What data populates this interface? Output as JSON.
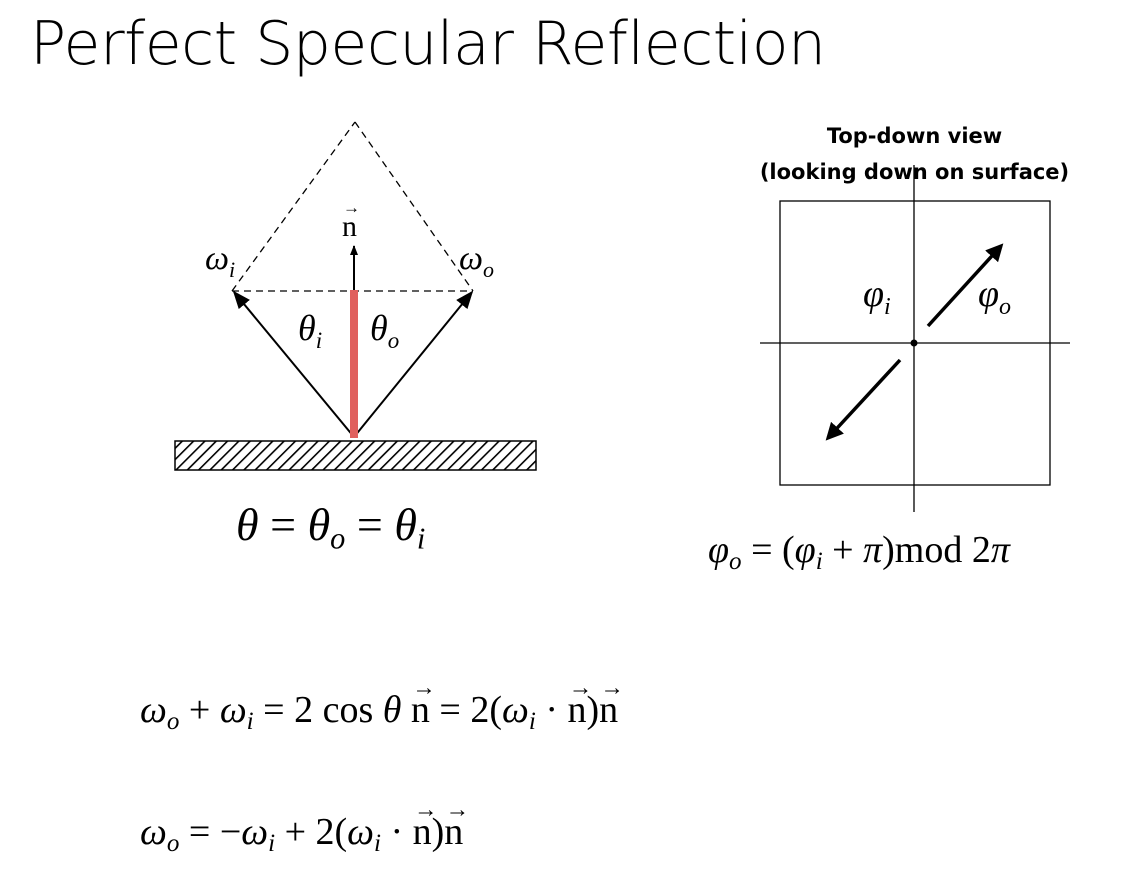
{
  "slide": {
    "title": "Perfect Specular Reflection"
  },
  "side_view": {
    "normal_label": "n",
    "incoming_label": "ω",
    "incoming_sub": "i",
    "outgoing_label": "ω",
    "outgoing_sub": "o",
    "theta_i_label": "θ",
    "theta_i_sub": "i",
    "theta_o_label": "θ",
    "theta_o_sub": "o",
    "normal_color": "#e0605e",
    "equation": {
      "lhs": "θ",
      "eq1": " = ",
      "mid": "θ",
      "mid_sub": "o",
      "eq2": " = ",
      "rhs": "θ",
      "rhs_sub": "i"
    }
  },
  "top_view": {
    "title_line1": "Top-down view",
    "title_line2": "(looking down on surface)",
    "phi_i_label": "φ",
    "phi_i_sub": "i",
    "phi_o_label": "φ",
    "phi_o_sub": "o",
    "equation": {
      "a": "φ",
      "a_sub": "o",
      "b": " = (",
      "c": "φ",
      "c_sub": "i",
      "d": " + ",
      "e": "π",
      "f": ")mod 2",
      "g": "π"
    }
  },
  "equations": {
    "eq1": {
      "w1": "ω",
      "w1_sub": "o",
      "plus": " + ",
      "w2": "ω",
      "w2_sub": "i",
      "eq": " = 2 cos ",
      "theta": "θ",
      "space": " ",
      "n1": "n",
      "eq2": " = 2(",
      "w3": "ω",
      "w3_sub": "i",
      "dot": " · ",
      "n2": "n",
      "close": ")",
      "n3": "n"
    },
    "eq2": {
      "w1": "ω",
      "w1_sub": "o",
      "eq": " = −",
      "w2": "ω",
      "w2_sub": "i",
      "plus": " + 2(",
      "w3": "ω",
      "w3_sub": "i",
      "dot": " · ",
      "n1": "n",
      "close": ")",
      "n2": "n"
    }
  }
}
